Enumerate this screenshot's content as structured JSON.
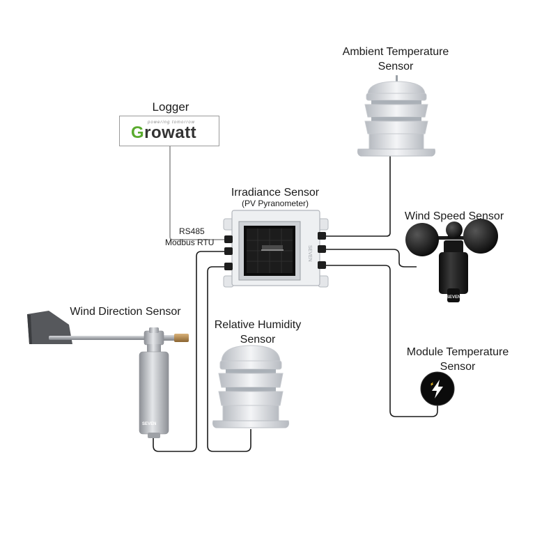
{
  "labels": {
    "ambient_temperature": [
      "Ambient Temperature",
      "Sensor"
    ],
    "logger": "Logger",
    "irradiance": "Irradiance Sensor",
    "irradiance_sub": "(PV Pyranometer)",
    "wind_speed": "Wind Speed Sensor",
    "rs485": "RS485",
    "modbus": "Modbus RTU",
    "wind_direction": "Wind Direction Sensor",
    "relative_humidity": [
      "Relative Humidity",
      "Sensor"
    ],
    "module_temperature": [
      "Module Temperature",
      "Sensor"
    ]
  },
  "logo": {
    "first_letter": "G",
    "rest": "rowatt",
    "tagline": "powering tomorrow",
    "brand_color": "#5aab2e"
  },
  "device_marks": {
    "irradiance_side": "SEVEN",
    "wind_speed_body": "SEVEN",
    "wind_direction_body": "SEVEN"
  },
  "colors": {
    "cable": "#1a1a1a",
    "logger_cable": "#8c8c8c",
    "sensor_housing": "#e9ebee",
    "metal": "#b9bcc1"
  },
  "icons": {
    "module_temperature": "lightning-bolt-icon"
  }
}
